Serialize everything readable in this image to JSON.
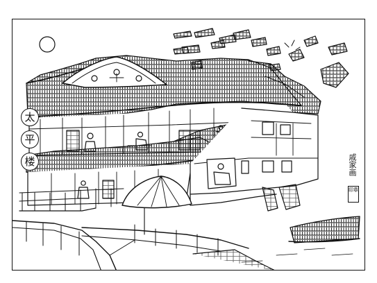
{
  "artwork": {
    "sign_characters": [
      "太",
      "平",
      "楼"
    ],
    "signature_text": "戚家画",
    "seal_text": "印章",
    "line_color": "#111111",
    "paper_color": "#ffffff"
  }
}
